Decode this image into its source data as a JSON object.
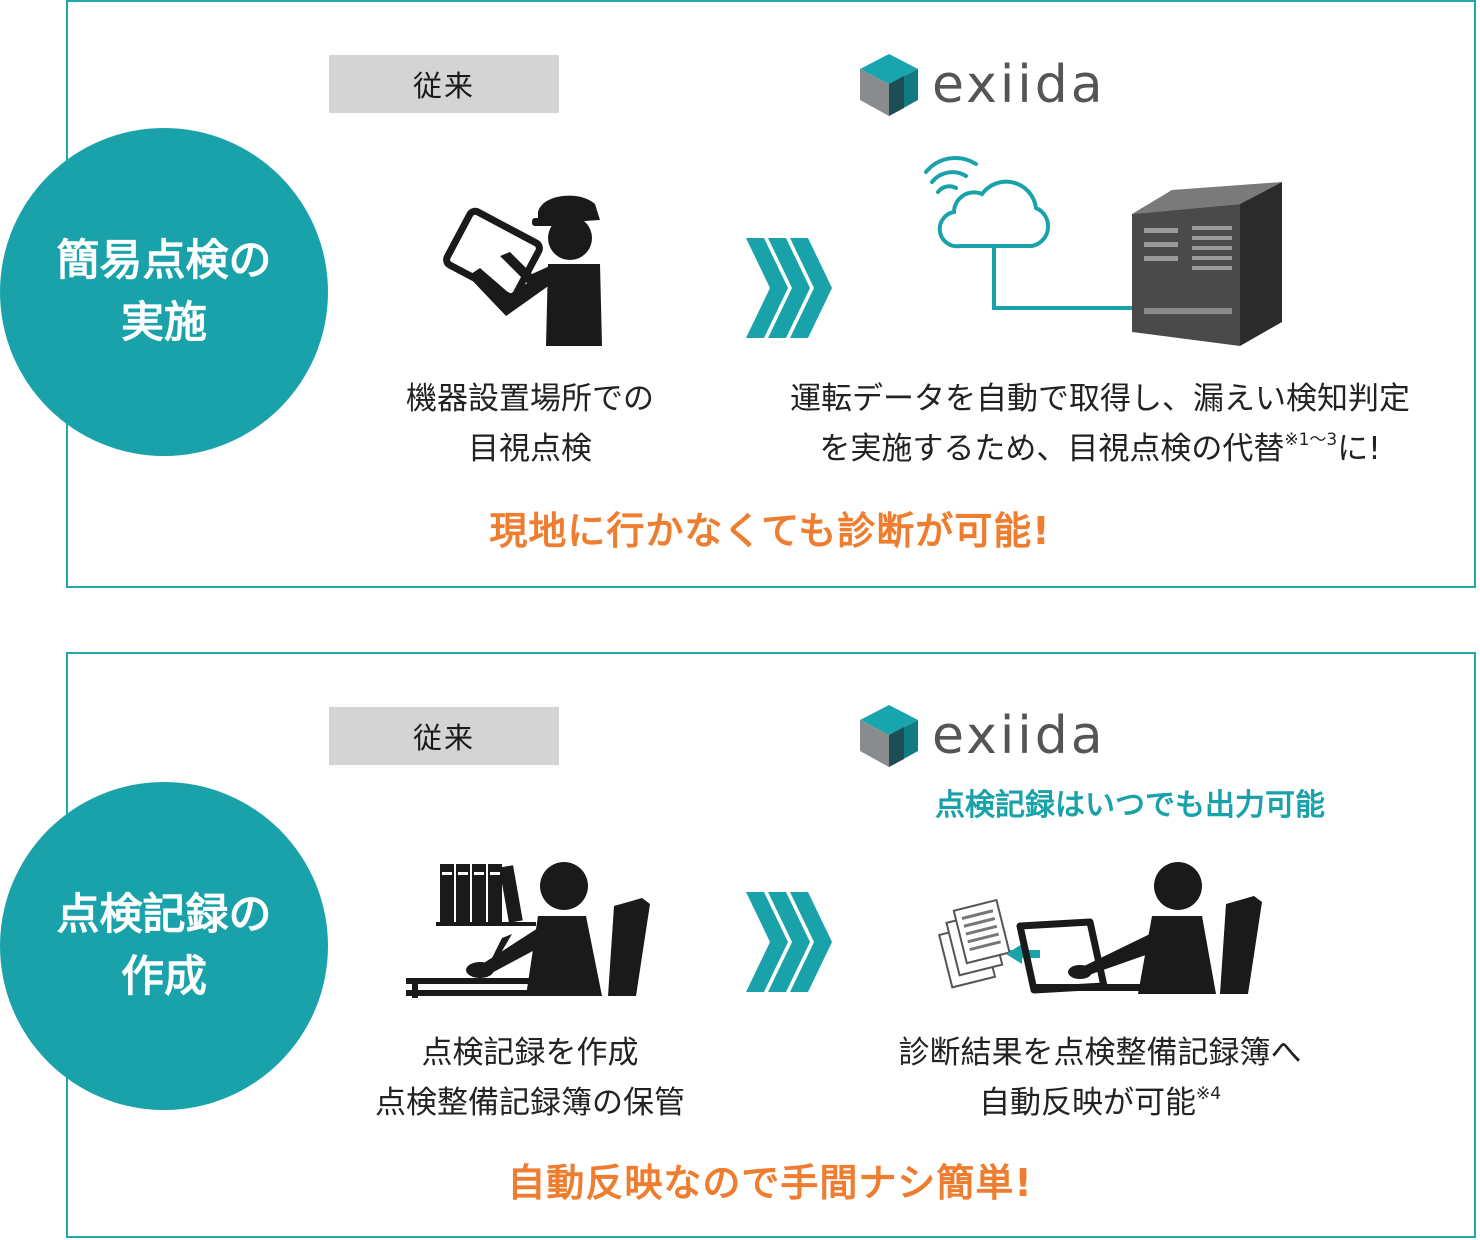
{
  "section1": {
    "circle_title": [
      "簡易点検の",
      "実施"
    ],
    "badge": "従来",
    "logo_text": "exiida",
    "before_desc": [
      "機器設置場所での",
      "目視点検"
    ],
    "after_desc_line1": "運転データを自動で取得し、漏えい検知判定",
    "after_desc_line2": "を実施するため、目視点検の代替",
    "after_desc_note": "※1〜3",
    "after_desc_tail": "に!",
    "highlight": "現地に行かなくても診断が可能!"
  },
  "section2": {
    "circle_title": [
      "点検記録の",
      "作成"
    ],
    "badge": "従来",
    "logo_text": "exiida",
    "subtitle": "点検記録はいつでも出力可能",
    "before_desc": [
      "点検記録を作成",
      "点検整備記録簿の保管"
    ],
    "after_desc_line1": "診断結果を点検整備記録簿へ",
    "after_desc_line2": "自動反映が可能",
    "after_desc_note": "※4",
    "highlight": "自動反映なので手間ナシ簡単!"
  },
  "colors": {
    "teal": "#1aa2ab",
    "orange": "#ee7d30",
    "badge_gray": "#d4d4d4",
    "dark": "#1a1a1a"
  },
  "icons": [
    "cube-logo-icon",
    "worker-tablet-icon",
    "chevron-arrows-icon",
    "cloud-wifi-icon",
    "server-icon",
    "person-desk-binders-icon",
    "person-laptop-documents-icon"
  ]
}
